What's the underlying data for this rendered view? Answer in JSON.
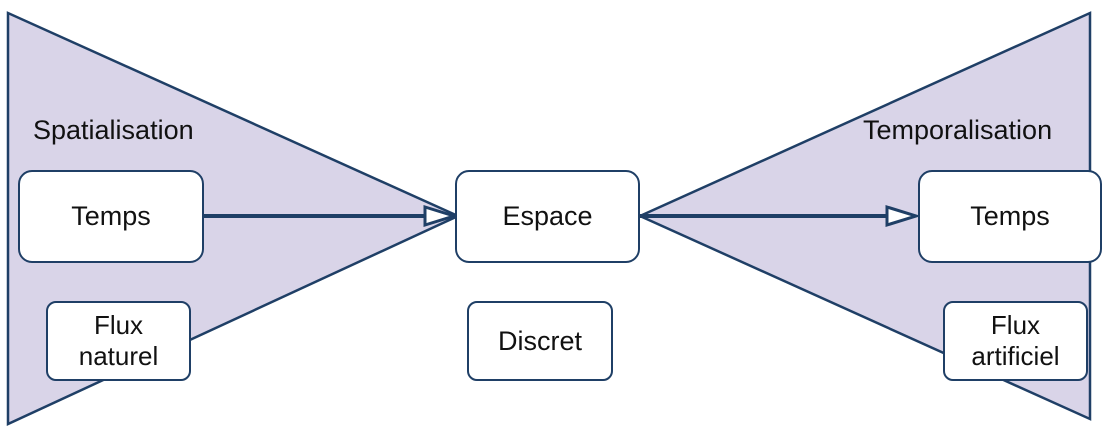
{
  "colors": {
    "fill": "#d9d4e8",
    "stroke": "#1f3f66",
    "box_fill": "#ffffff",
    "text": "#111111"
  },
  "left_wedge": {
    "title": "Spatialisation",
    "time_box": "Temps",
    "flux_box_line1": "Flux",
    "flux_box_line2": "naturel"
  },
  "center": {
    "space_box": "Espace",
    "discrete_box": "Discret"
  },
  "right_wedge": {
    "title": "Temporalisation",
    "time_box": "Temps",
    "flux_box_line1": "Flux",
    "flux_box_line2": "artificiel"
  }
}
